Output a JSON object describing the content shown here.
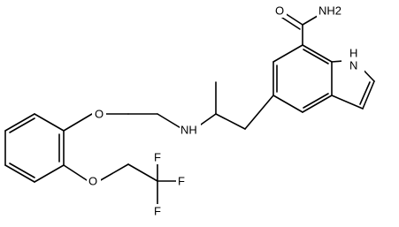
{
  "molecule": {
    "atom_labels": {
      "amide_oxygen": "O",
      "amide_nitrogen": "NH2",
      "indole_nitrogen_h": "H",
      "indole_nitrogen": "N",
      "amine_nitrogen": "NH",
      "ether_oxygen_1": "O",
      "ether_oxygen_2": "O",
      "fluorine_1": "F",
      "fluorine_2": "F",
      "fluorine_3": "F"
    }
  },
  "colors": {
    "bond": "#000000",
    "label": "#000000",
    "background": "#ffffff"
  }
}
